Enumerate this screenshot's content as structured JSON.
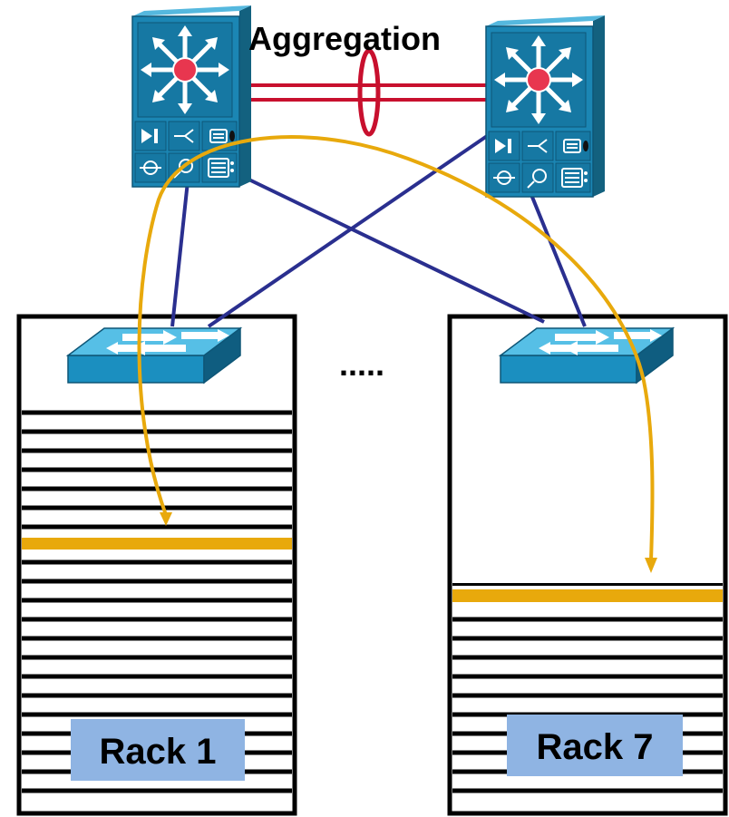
{
  "labels": {
    "aggregation": "Aggregation",
    "ellipsis": ".....",
    "rack_left": "Rack 1",
    "rack_right": "Rack 7"
  },
  "icons": {
    "aggregation_switch": "layer3-switch-icon",
    "tor_switch": "workgroup-switch-icon"
  },
  "colors": {
    "trunk_link": "#c8102e",
    "uplink": "#2a2f8f",
    "traffic_path": "#e8a90c",
    "rack_label_bg": "#8fb4e3",
    "switch_body": "#1e88b8"
  }
}
